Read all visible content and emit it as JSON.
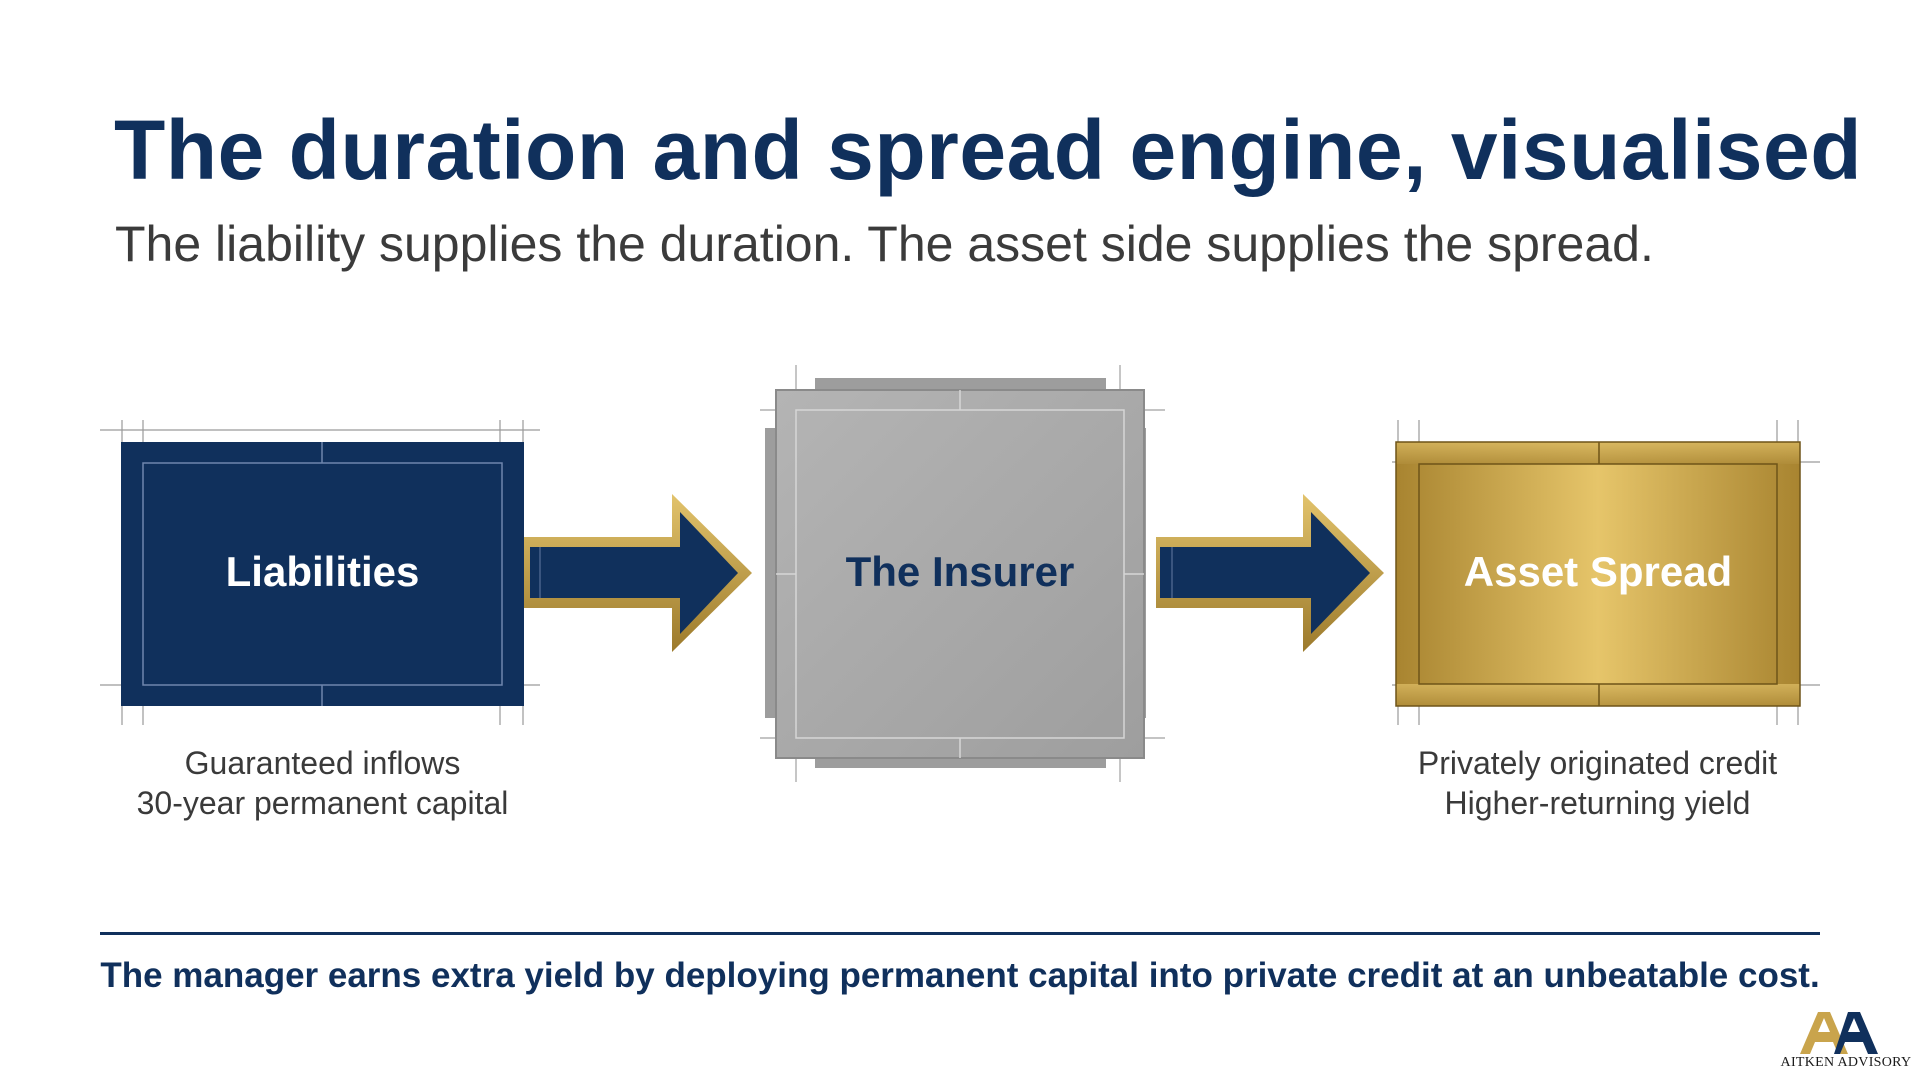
{
  "header": {
    "title": "The duration and spread engine, visualised",
    "subtitle": "The liability supplies the duration. The asset side supplies the spread."
  },
  "nodes": [
    {
      "label": "Liabilities",
      "captions": [
        "Guaranteed inflows",
        "30-year permanent capital"
      ]
    },
    {
      "label": "The Insurer",
      "captions": []
    },
    {
      "label": "Asset Spread",
      "captions": [
        "Privately originated credit",
        "Higher-returning yield"
      ]
    }
  ],
  "edges": [
    {
      "from": "Liabilities",
      "to": "The Insurer"
    },
    {
      "from": "The Insurer",
      "to": "Asset Spread"
    }
  ],
  "footer": {
    "takeaway": "The manager earns extra yield by deploying permanent capital into private credit at an unbeatable cost."
  },
  "brand": {
    "name": "AITKEN ADVISORY",
    "logo_icon": "aa-monogram-icon"
  },
  "colors": {
    "navy": "#10305c",
    "gray": "#a8a8a8",
    "gold": "#c9a44c"
  }
}
